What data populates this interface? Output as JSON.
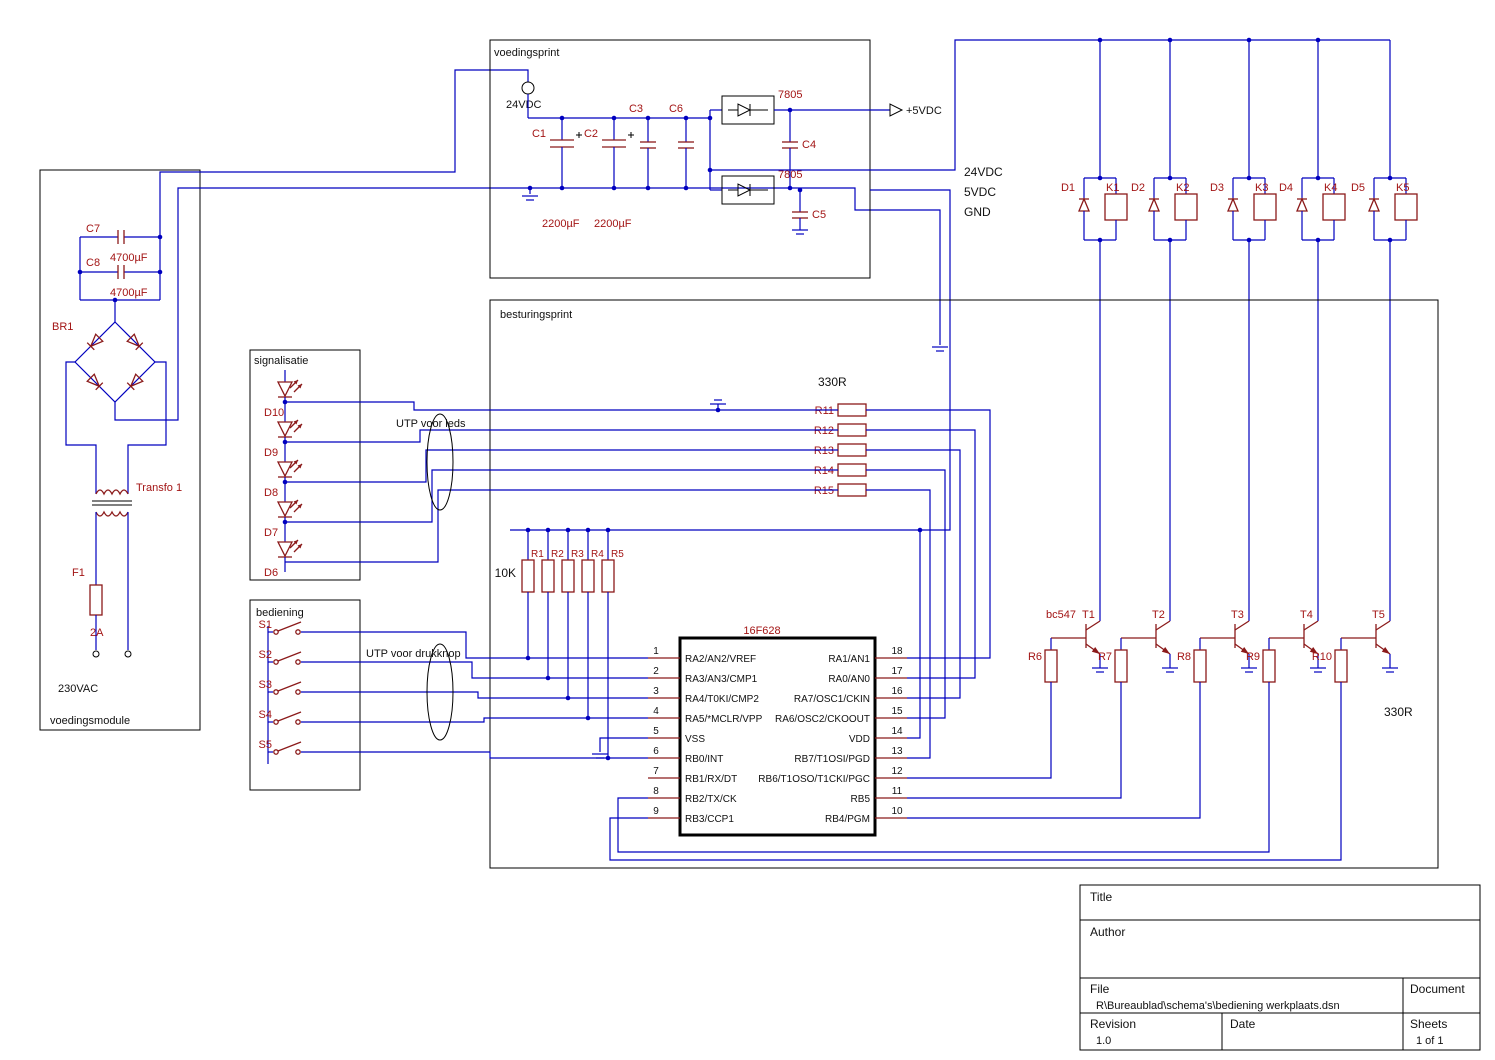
{
  "colors": {
    "wire": "#0000bf",
    "component": "#8b1a1a",
    "label_red": "#a31515",
    "text": "#111111",
    "background": "#ffffff"
  },
  "voedingsmodule": {
    "label": "voedingsmodule",
    "c7": "C7",
    "c7_val": "4700µF",
    "c8": "C8",
    "c8_val": "4700µF",
    "br1": "BR1",
    "transfo": "Transfo 1",
    "f1": "F1",
    "f1_val": "2A",
    "mains": "230VAC"
  },
  "voedingsprint": {
    "label": "voedingsprint",
    "connector": "24VDC",
    "c1": "C1",
    "c1_val": "2200µF",
    "c2": "C2",
    "c2_val": "2200µF",
    "c3": "C3",
    "c6": "C6",
    "reg1": "7805",
    "reg2": "7805",
    "c4": "C4",
    "c5": "C5",
    "output": "+5VDC"
  },
  "rails": {
    "r24": "24VDC",
    "r5": "5VDC",
    "gnd": "GND"
  },
  "relays": [
    {
      "diode": "D1",
      "coil": "K1"
    },
    {
      "diode": "D2",
      "coil": "K2"
    },
    {
      "diode": "D3",
      "coil": "K3"
    },
    {
      "diode": "D4",
      "coil": "K4"
    },
    {
      "diode": "D5",
      "coil": "K5"
    }
  ],
  "besturing": {
    "label": "besturingsprint",
    "res330_top": "330R",
    "res330_bottom": "330R",
    "led_resistors": [
      "R11",
      "R12",
      "R13",
      "R14",
      "R15"
    ],
    "pullup_value": "10K",
    "pullups": [
      "R1",
      "R2",
      "R3",
      "R4",
      "R5"
    ],
    "utp_leds": "UTP voor leds",
    "utp_buttons": "UTP voor drukknop",
    "transistor_type": "bc547",
    "transistors": [
      "T1",
      "T2",
      "T3",
      "T4",
      "T5"
    ],
    "base_resistors": [
      "R6",
      "R7",
      "R8",
      "R9",
      "R10"
    ],
    "mcu": {
      "name": "16F628",
      "left_pins": [
        {
          "num": "1",
          "label": "RA2/AN2/VREF"
        },
        {
          "num": "2",
          "label": "RA3/AN3/CMP1"
        },
        {
          "num": "3",
          "label": "RA4/T0KI/CMP2"
        },
        {
          "num": "4",
          "label": "RA5/*MCLR/VPP"
        },
        {
          "num": "5",
          "label": "VSS"
        },
        {
          "num": "6",
          "label": "RB0/INT"
        },
        {
          "num": "7",
          "label": "RB1/RX/DT"
        },
        {
          "num": "8",
          "label": "RB2/TX/CK"
        },
        {
          "num": "9",
          "label": "RB3/CCP1"
        }
      ],
      "right_pins": [
        {
          "num": "18",
          "label": "RA1/AN1"
        },
        {
          "num": "17",
          "label": "RA0/AN0"
        },
        {
          "num": "16",
          "label": "RA7/OSC1/CKIN"
        },
        {
          "num": "15",
          "label": "RA6/OSC2/CKOOUT"
        },
        {
          "num": "14",
          "label": "VDD"
        },
        {
          "num": "13",
          "label": "RB7/T1OSI/PGD"
        },
        {
          "num": "12",
          "label": "RB6/T1OSO/T1CKI/PGC"
        },
        {
          "num": "11",
          "label": "RB5"
        },
        {
          "num": "10",
          "label": "RB4/PGM"
        }
      ]
    }
  },
  "signalisatie": {
    "label": "signalisatie",
    "leds": [
      "D10",
      "D9",
      "D8",
      "D7",
      "D6"
    ]
  },
  "bediening": {
    "label": "bediening",
    "switches": [
      "S1",
      "S2",
      "S3",
      "S4",
      "S5"
    ]
  },
  "titleblock": {
    "title_label": "Title",
    "author_label": "Author",
    "file_label": "File",
    "file_value": "R\\Bureaublad\\schema's\\bediening werkplaats.dsn",
    "document_label": "Document",
    "revision_label": "Revision",
    "revision_value": "1.0",
    "date_label": "Date",
    "sheets_label": "Sheets",
    "sheets_value": "1 of 1"
  }
}
